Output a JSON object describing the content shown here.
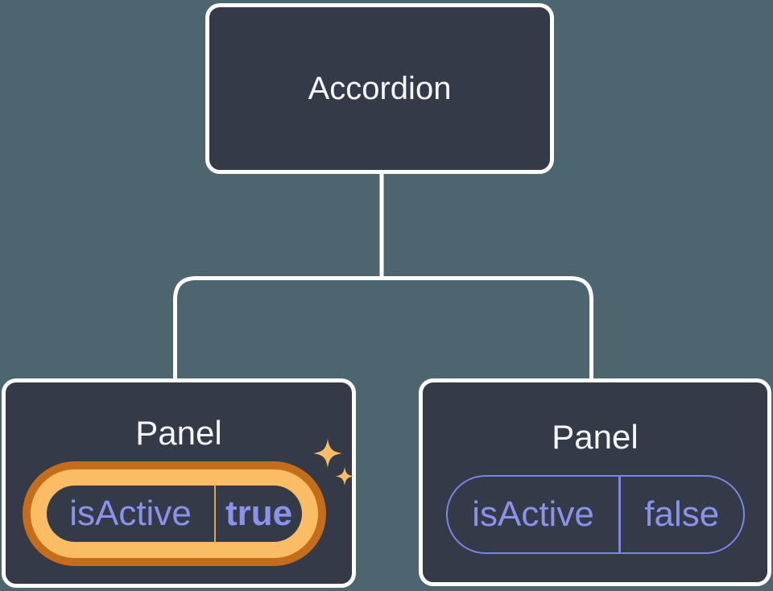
{
  "diagram": {
    "root": {
      "label": "Accordion"
    },
    "panels": [
      {
        "title": "Panel",
        "prop_name": "isActive",
        "prop_value": "true",
        "state": "active"
      },
      {
        "title": "Panel",
        "prop_name": "isActive",
        "prop_value": "false",
        "state": "inactive"
      }
    ]
  },
  "icons": {
    "sparkle": "four-point-star-sparkles"
  },
  "colors": {
    "background": "#4C656E",
    "node_fill": "#343A47",
    "node_border": "#FFFFFF",
    "label_text": "#F6F7F9",
    "purple_text": "#8A92EC",
    "purple_border": "#7B84E8",
    "highlight_orange": "#C66D1B",
    "highlight_gold": "#FABD66",
    "gold_divider": "#DFA351"
  }
}
